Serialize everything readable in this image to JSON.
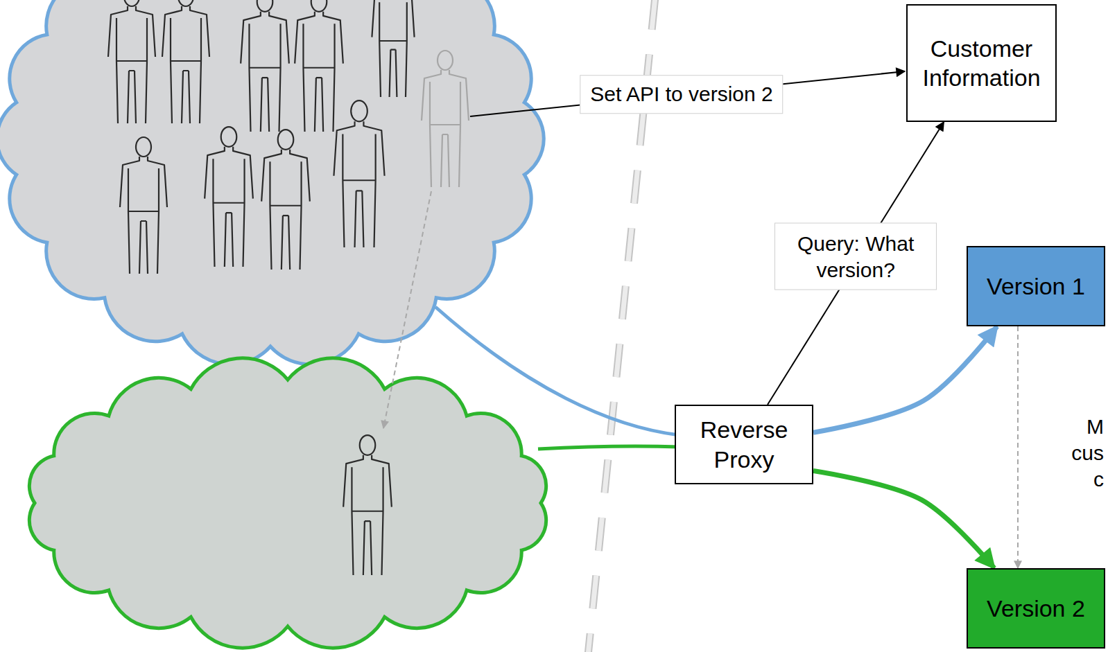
{
  "diagram": {
    "nodes": [
      {
        "text": [
          "Customer Information"
        ]
      },
      {
        "text": [
          "Version 1"
        ]
      },
      {
        "text": [
          "Reverse Proxy"
        ]
      },
      {
        "text": [
          "Version 2"
        ]
      }
    ],
    "edges": [
      {
        "from": 2,
        "to": 0,
        "label": "Query: What version?",
        "arrow": "to"
      },
      {
        "from": 2,
        "to": 1,
        "arrow": "to"
      },
      {
        "from": 2,
        "to": 3,
        "arrow": "to"
      },
      {
        "from": 1,
        "to": 3,
        "arrow": "to"
      }
    ],
    "labels": [
      "Set API to version 2",
      "M",
      "cus",
      "c"
    ]
  }
}
